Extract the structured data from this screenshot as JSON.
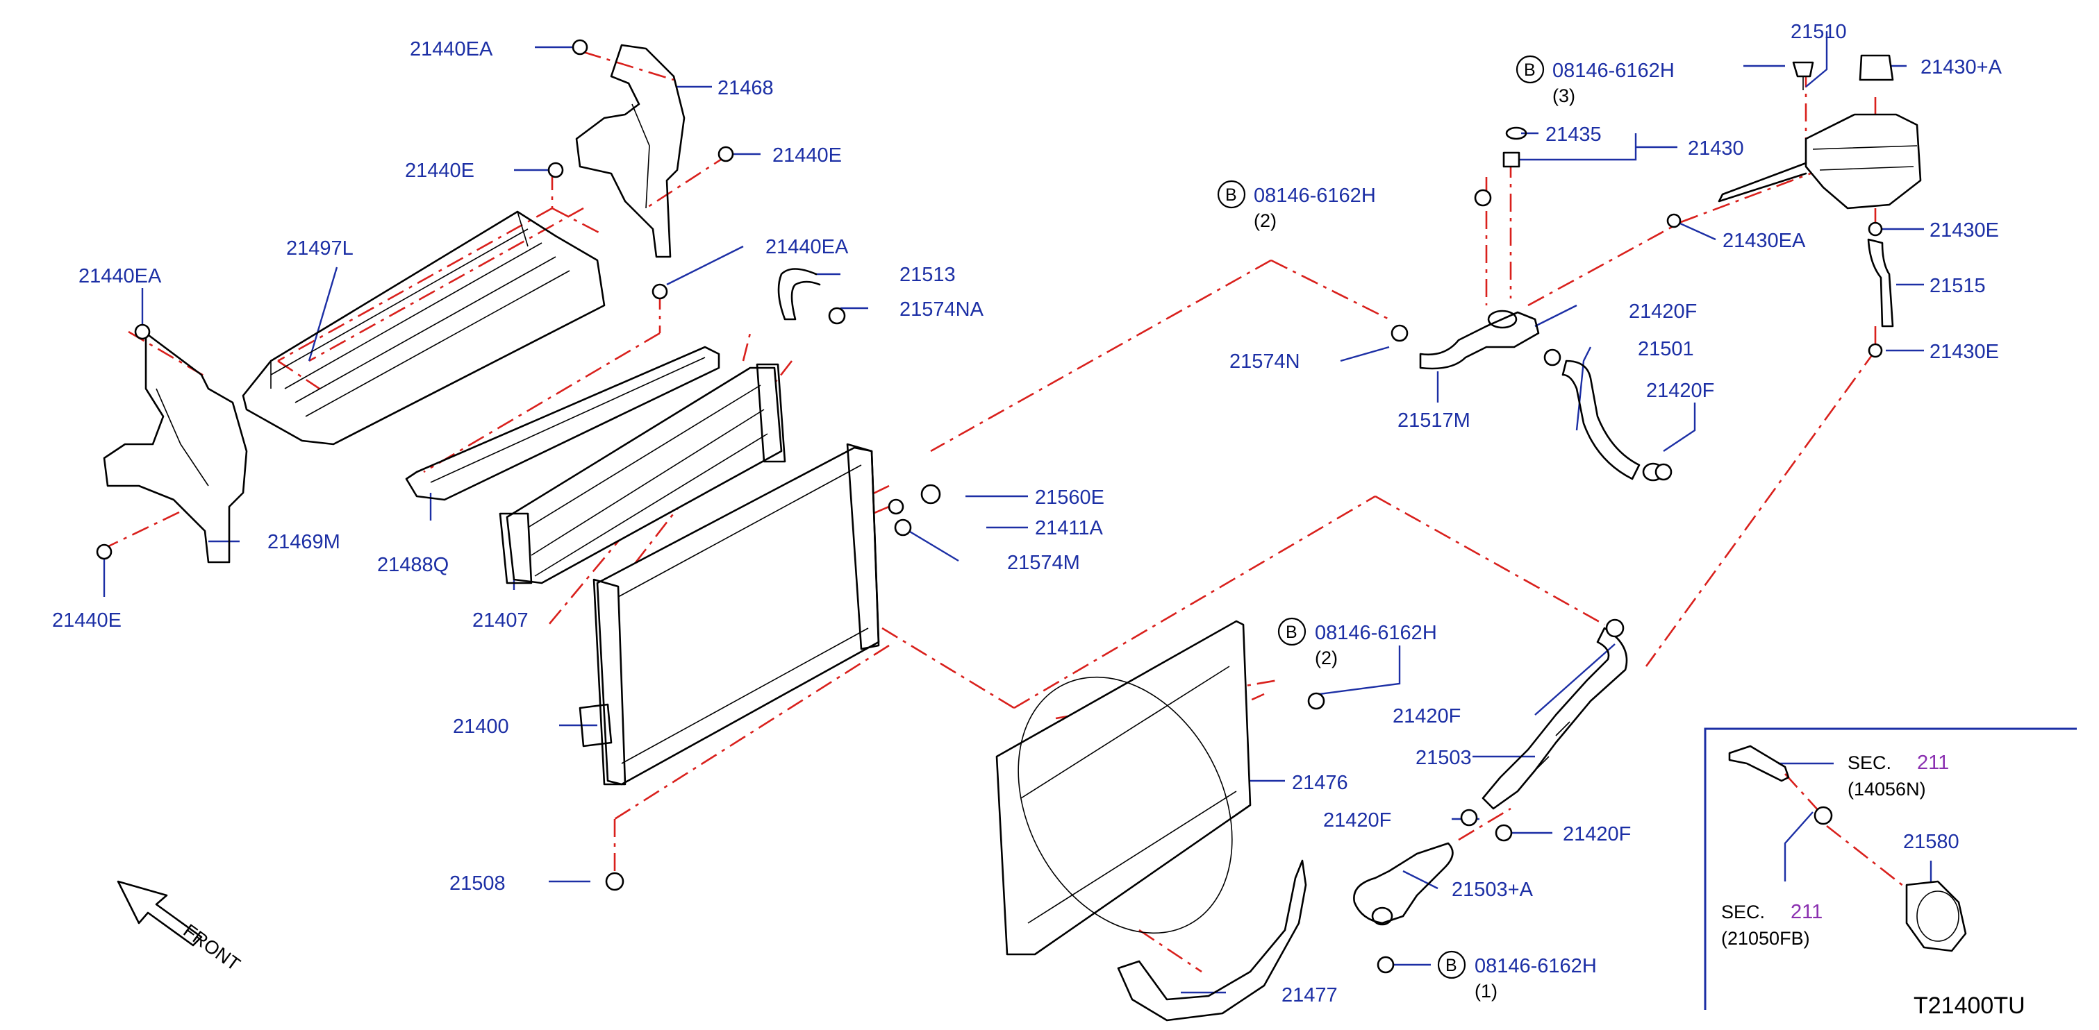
{
  "diagram_id": "T21400TU",
  "front_label": "FRONT",
  "bolt_circle_letter": "B",
  "parts": {
    "p21440EA_a": "21440EA",
    "p21468": "21468",
    "p21440E_a": "21440E",
    "p21440E_b": "21440E",
    "p21497L": "21497L",
    "p21440EA_b": "21440EA",
    "p21440EA_c": "21440EA",
    "p21513": "21513",
    "p21574NA": "21574NA",
    "p21469M": "21469M",
    "p21440E_c": "21440E",
    "p21488Q": "21488Q",
    "p21407": "21407",
    "p21560E": "21560E",
    "p21411A": "21411A",
    "p21574M": "21574M",
    "p21400": "21400",
    "p21508": "21508",
    "p21476": "21476",
    "p21477": "21477",
    "p21420F_a": "21420F",
    "p21501": "21501",
    "p21420F_b": "21420F",
    "p21574N": "21574N",
    "p21517M": "21517M",
    "p21435": "21435",
    "p21430": "21430",
    "p21510": "21510",
    "p21430A": "21430+A",
    "p21430EA": "21430EA",
    "p21430E_a": "21430E",
    "p21515": "21515",
    "p21430E_b": "21430E",
    "p21420F_c": "21420F",
    "p21503": "21503",
    "p21420F_d": "21420F",
    "p21420F_e": "21420F",
    "p21503A": "21503+A",
    "p21580": "21580"
  },
  "bolts": {
    "b1_num": "08146-6162H",
    "b1_qty": "(3)",
    "b2_num": "08146-6162H",
    "b2_qty": "(2)",
    "b3_num": "08146-6162H",
    "b3_qty": "(2)",
    "b4_num": "08146-6162H",
    "b4_qty": "(1)"
  },
  "inset": {
    "sec1_prefix": "SEC.",
    "sec1_num": "211",
    "sec1_ref": "(14056N)",
    "sec2_prefix": "SEC.",
    "sec2_num": "211",
    "sec2_ref": "(21050FB)"
  }
}
